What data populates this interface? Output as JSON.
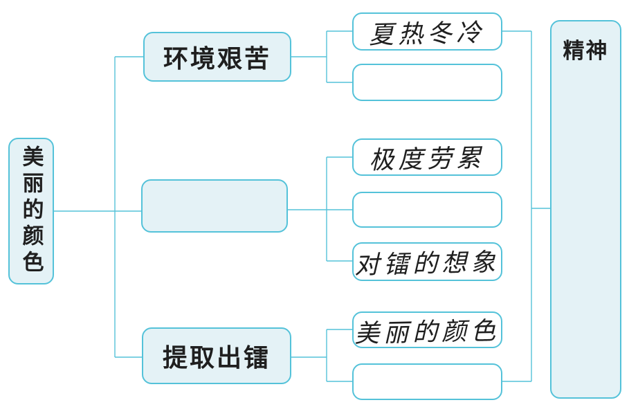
{
  "colors": {
    "accent": "#54c2d9",
    "box_fill": "#e4f2f6",
    "leaf_fill": "#ffffff",
    "ink": "#1f1f1f",
    "background": "#ffffff"
  },
  "diagram": {
    "root": {
      "label": "美丽的颜色"
    },
    "groups": [
      {
        "branch": {
          "label": "环境艰苦"
        },
        "leaves": [
          {
            "label": "夏热冬冷"
          },
          {
            "label": ""
          }
        ]
      },
      {
        "branch": {
          "label": ""
        },
        "leaves": [
          {
            "label": "极度劳累"
          },
          {
            "label": ""
          },
          {
            "label": "对镭的想象"
          }
        ]
      },
      {
        "branch": {
          "label": "提取出镭"
        },
        "leaves": [
          {
            "label": "美丽的颜色"
          },
          {
            "label": ""
          }
        ]
      }
    ],
    "summary": {
      "label": "精神"
    }
  }
}
